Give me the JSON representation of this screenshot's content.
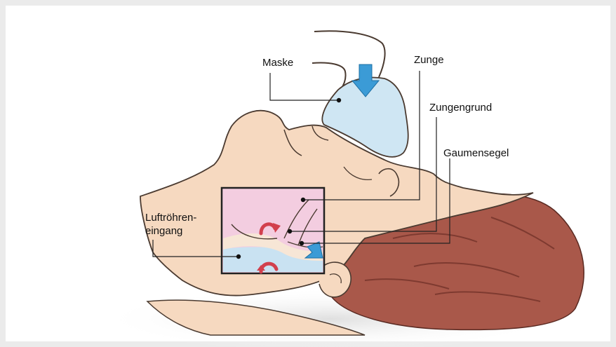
{
  "labels": {
    "mask": "Maske",
    "tongue": "Zunge",
    "tongue_base": "Zungengrund",
    "soft_palate": "Gaumensegel",
    "trachea_line1": "Luftröhren-",
    "trachea_line2": "eingang"
  },
  "colors": {
    "background": "#ebebeb",
    "skin": "#f6d9c0",
    "skin_outline": "#4a3a30",
    "hair": "#a9584a",
    "hair_dark": "#7e3a30",
    "mask": "#cfe6f3",
    "arrow_blue": "#3b9bd6",
    "inset_pink": "#f3cde0",
    "inset_blue": "#c9e2f2",
    "arrow_red": "#d2404d",
    "leader": "#222222"
  }
}
